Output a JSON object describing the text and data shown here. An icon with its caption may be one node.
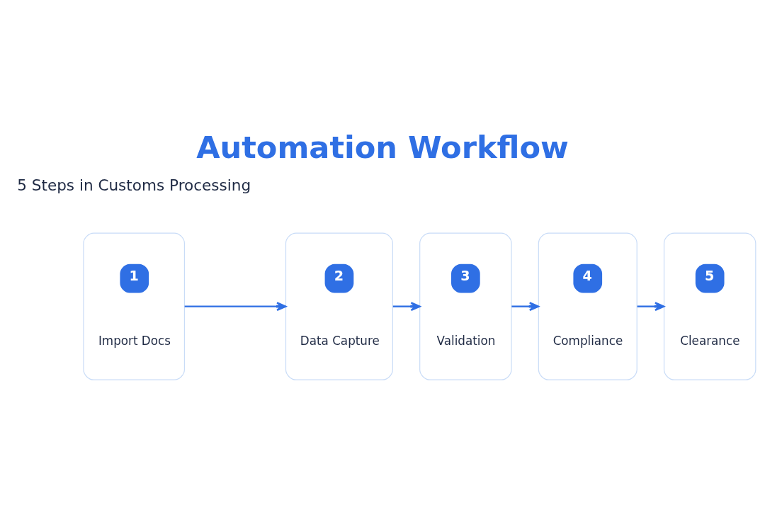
{
  "diagram": {
    "title": "Automation Workflow",
    "nodes": [
      {
        "text": [
          "1",
          "Import Docs"
        ]
      },
      {
        "text": [
          "2",
          "Data Capture"
        ]
      },
      {
        "text": [
          "3",
          "Validation"
        ]
      },
      {
        "text": [
          "4",
          "Compliance"
        ]
      },
      {
        "text": [
          "5",
          "Clearance"
        ]
      }
    ],
    "edges": [
      {
        "from": 0,
        "to": 1,
        "arrow": "to"
      },
      {
        "from": 1,
        "to": 2,
        "arrow": "to"
      },
      {
        "from": 2,
        "to": 3,
        "arrow": "to"
      },
      {
        "from": 3,
        "to": 4,
        "arrow": "to"
      }
    ],
    "labels": [
      "5 Steps in Customs Processing"
    ]
  }
}
